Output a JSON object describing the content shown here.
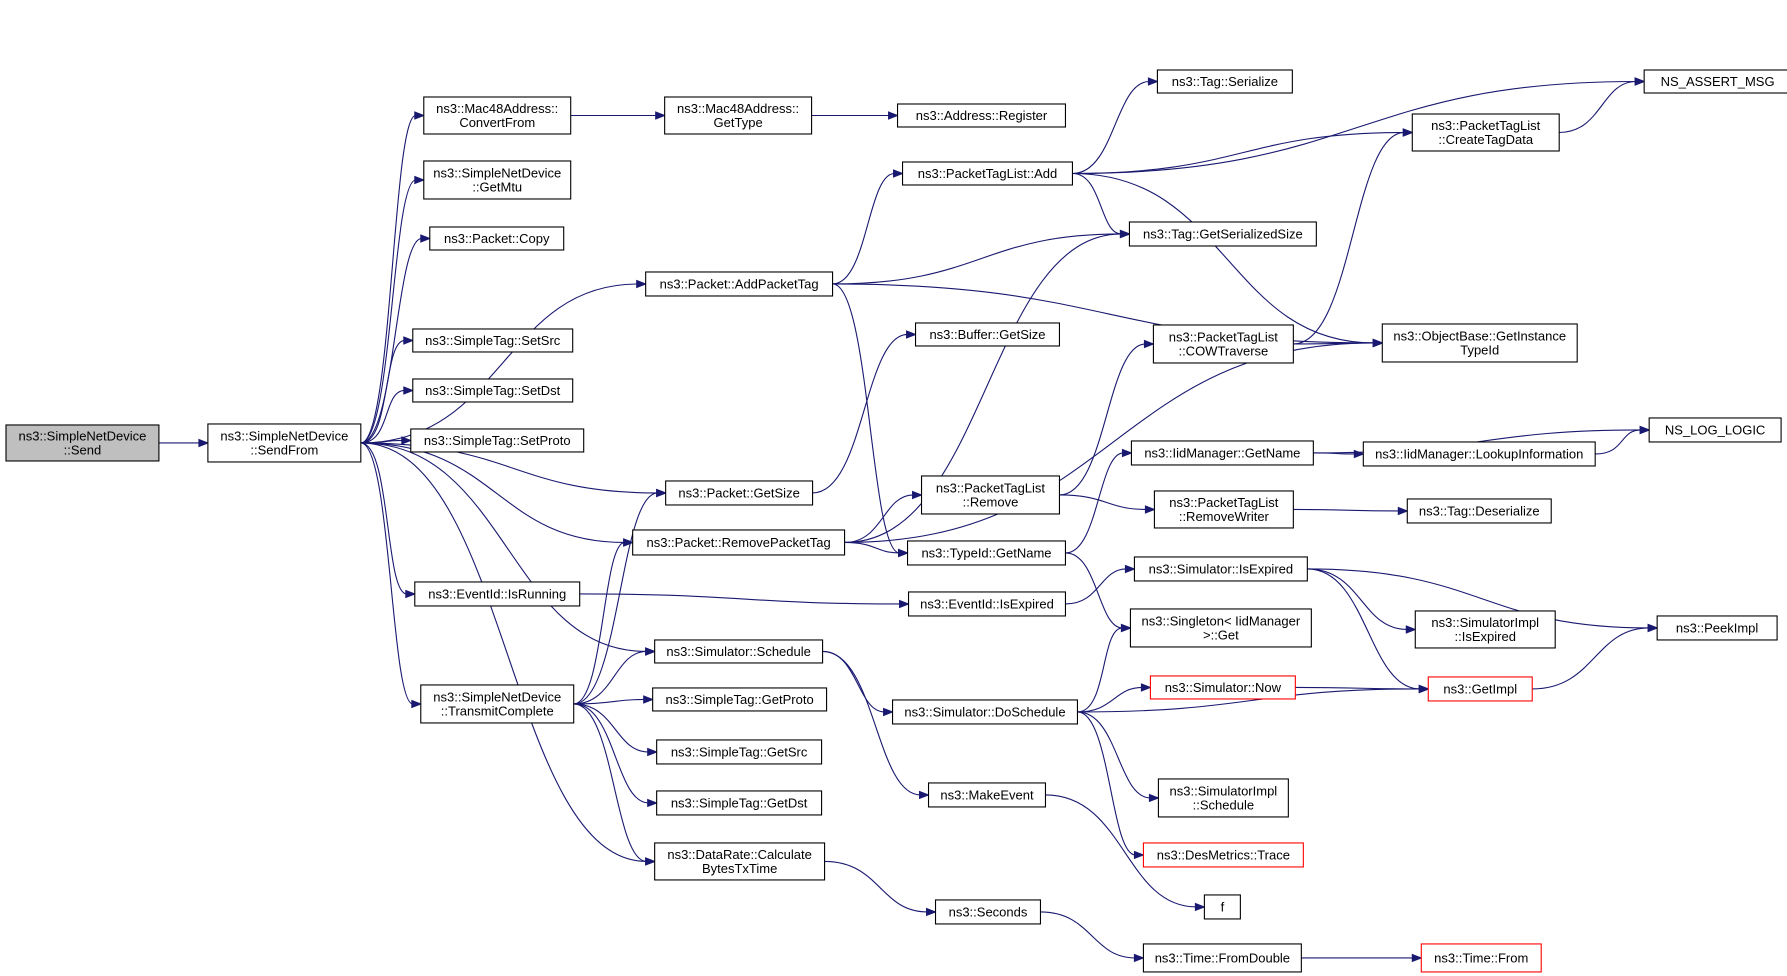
{
  "diagram": {
    "edge_color": "#191970",
    "truncated_border_color": "#ff0000",
    "root_fill": "#bfbfbf",
    "nodes": [
      {
        "id": "send",
        "lines": [
          "ns3::SimpleNetDevice",
          "::Send"
        ],
        "root": true
      },
      {
        "id": "sendfrom",
        "lines": [
          "ns3::SimpleNetDevice",
          "::SendFrom"
        ]
      },
      {
        "id": "mac48convert",
        "lines": [
          "ns3::Mac48Address::",
          "ConvertFrom"
        ]
      },
      {
        "id": "mac48gettype",
        "lines": [
          "ns3::Mac48Address::",
          "GetType"
        ]
      },
      {
        "id": "addrregister",
        "lines": [
          "ns3::Address::Register"
        ]
      },
      {
        "id": "getmtu",
        "lines": [
          "ns3::SimpleNetDevice",
          "::GetMtu"
        ]
      },
      {
        "id": "pktcopy",
        "lines": [
          "ns3::Packet::Copy"
        ]
      },
      {
        "id": "addpackettag",
        "lines": [
          "ns3::Packet::AddPacketTag"
        ]
      },
      {
        "id": "ptladd",
        "lines": [
          "ns3::PacketTagList::Add"
        ]
      },
      {
        "id": "tagserialize",
        "lines": [
          "ns3::Tag::Serialize"
        ]
      },
      {
        "id": "nsassert",
        "lines": [
          "NS_ASSERT_MSG"
        ]
      },
      {
        "id": "createtagdata",
        "lines": [
          "ns3::PacketTagList",
          "::CreateTagData"
        ]
      },
      {
        "id": "taggetsersize",
        "lines": [
          "ns3::Tag::GetSerializedSize"
        ]
      },
      {
        "id": "settsrc",
        "lines": [
          "ns3::SimpleTag::SetSrc"
        ]
      },
      {
        "id": "setdst",
        "lines": [
          "ns3::SimpleTag::SetDst"
        ]
      },
      {
        "id": "setproto",
        "lines": [
          "ns3::SimpleTag::SetProto"
        ]
      },
      {
        "id": "buffergetsize",
        "lines": [
          "ns3::Buffer::GetSize"
        ]
      },
      {
        "id": "cowtraverse",
        "lines": [
          "ns3::PacketTagList",
          "::COWTraverse"
        ]
      },
      {
        "id": "objgetinst",
        "lines": [
          "ns3::ObjectBase::GetInstance",
          "TypeId"
        ]
      },
      {
        "id": "pktgetsize",
        "lines": [
          "ns3::Packet::GetSize"
        ]
      },
      {
        "id": "iidgetname",
        "lines": [
          "ns3::IidManager::GetName"
        ]
      },
      {
        "id": "iidlookup",
        "lines": [
          "ns3::IidManager::LookupInformation"
        ]
      },
      {
        "id": "nslog",
        "lines": [
          "NS_LOG_LOGIC"
        ]
      },
      {
        "id": "ptlremove",
        "lines": [
          "ns3::PacketTagList",
          "::Remove"
        ]
      },
      {
        "id": "removewriter",
        "lines": [
          "ns3::PacketTagList",
          "::RemoveWriter"
        ]
      },
      {
        "id": "tagdeser",
        "lines": [
          "ns3::Tag::Deserialize"
        ]
      },
      {
        "id": "removepackettag",
        "lines": [
          "ns3::Packet::RemovePacketTag"
        ]
      },
      {
        "id": "typeidgetname",
        "lines": [
          "ns3::TypeId::GetName"
        ]
      },
      {
        "id": "simisexpired",
        "lines": [
          "ns3::Simulator::IsExpired"
        ]
      },
      {
        "id": "evisrunning",
        "lines": [
          "ns3::EventId::IsRunning"
        ]
      },
      {
        "id": "evisexpired",
        "lines": [
          "ns3::EventId::IsExpired"
        ]
      },
      {
        "id": "singletonget",
        "lines": [
          "ns3::Singleton< IidManager",
          " >::Get"
        ]
      },
      {
        "id": "simimplisexp",
        "lines": [
          "ns3::SimulatorImpl",
          "::IsExpired"
        ]
      },
      {
        "id": "peekimpl",
        "lines": [
          "ns3::PeekImpl"
        ]
      },
      {
        "id": "simschedule",
        "lines": [
          "ns3::Simulator::Schedule"
        ]
      },
      {
        "id": "transmitcomplete",
        "lines": [
          "ns3::SimpleNetDevice",
          "::TransmitComplete"
        ]
      },
      {
        "id": "getproto",
        "lines": [
          "ns3::SimpleTag::GetProto"
        ]
      },
      {
        "id": "doschedule",
        "lines": [
          "ns3::Simulator::DoSchedule"
        ]
      },
      {
        "id": "simnow",
        "lines": [
          "ns3::Simulator::Now"
        ],
        "truncated": true
      },
      {
        "id": "getimpl",
        "lines": [
          "ns3::GetImpl"
        ],
        "truncated": true
      },
      {
        "id": "getsrc",
        "lines": [
          "ns3::SimpleTag::GetSrc"
        ]
      },
      {
        "id": "getdst",
        "lines": [
          "ns3::SimpleTag::GetDst"
        ]
      },
      {
        "id": "makeevent",
        "lines": [
          "ns3::MakeEvent"
        ]
      },
      {
        "id": "simimplsched",
        "lines": [
          "ns3::SimulatorImpl",
          "::Schedule"
        ]
      },
      {
        "id": "desmetrics",
        "lines": [
          "ns3::DesMetrics::Trace"
        ],
        "truncated": true
      },
      {
        "id": "calcbytes",
        "lines": [
          "ns3::DataRate::Calculate",
          "BytesTxTime"
        ]
      },
      {
        "id": "f",
        "lines": [
          "f"
        ]
      },
      {
        "id": "seconds",
        "lines": [
          "ns3::Seconds"
        ]
      },
      {
        "id": "fromdouble",
        "lines": [
          "ns3::Time::FromDouble"
        ]
      },
      {
        "id": "timefrom",
        "lines": [
          "ns3::Time::From"
        ],
        "truncated": true
      }
    ],
    "edges": [
      [
        "send",
        "sendfrom"
      ],
      [
        "sendfrom",
        "mac48convert"
      ],
      [
        "sendfrom",
        "getmtu"
      ],
      [
        "sendfrom",
        "pktcopy"
      ],
      [
        "sendfrom",
        "addpackettag"
      ],
      [
        "sendfrom",
        "settsrc"
      ],
      [
        "sendfrom",
        "setdst"
      ],
      [
        "sendfrom",
        "setproto"
      ],
      [
        "sendfrom",
        "pktgetsize"
      ],
      [
        "sendfrom",
        "removepackettag"
      ],
      [
        "sendfrom",
        "evisrunning"
      ],
      [
        "sendfrom",
        "simschedule"
      ],
      [
        "sendfrom",
        "transmitcomplete"
      ],
      [
        "sendfrom",
        "calcbytes"
      ],
      [
        "mac48convert",
        "mac48gettype"
      ],
      [
        "mac48gettype",
        "addrregister"
      ],
      [
        "addpackettag",
        "ptladd"
      ],
      [
        "addpackettag",
        "taggetsersize"
      ],
      [
        "addpackettag",
        "objgetinst"
      ],
      [
        "addpackettag",
        "typeidgetname"
      ],
      [
        "ptladd",
        "tagserialize"
      ],
      [
        "ptladd",
        "nsassert"
      ],
      [
        "ptladd",
        "createtagdata"
      ],
      [
        "ptladd",
        "taggetsersize"
      ],
      [
        "ptladd",
        "objgetinst"
      ],
      [
        "createtagdata",
        "nsassert"
      ],
      [
        "pktgetsize",
        "buffergetsize"
      ],
      [
        "removepackettag",
        "taggetsersize"
      ],
      [
        "removepackettag",
        "objgetinst"
      ],
      [
        "removepackettag",
        "ptlremove"
      ],
      [
        "removepackettag",
        "typeidgetname"
      ],
      [
        "ptlremove",
        "cowtraverse"
      ],
      [
        "ptlremove",
        "removewriter"
      ],
      [
        "cowtraverse",
        "createtagdata"
      ],
      [
        "cowtraverse",
        "objgetinst"
      ],
      [
        "removewriter",
        "tagdeser"
      ],
      [
        "typeidgetname",
        "iidgetname"
      ],
      [
        "typeidgetname",
        "singletonget"
      ],
      [
        "iidgetname",
        "iidlookup"
      ],
      [
        "iidgetname",
        "nslog"
      ],
      [
        "iidlookup",
        "nslog"
      ],
      [
        "evisrunning",
        "evisexpired"
      ],
      [
        "evisexpired",
        "simisexpired"
      ],
      [
        "simisexpired",
        "simimplisexp"
      ],
      [
        "simisexpired",
        "peekimpl"
      ],
      [
        "simisexpired",
        "getimpl"
      ],
      [
        "getimpl",
        "peekimpl"
      ],
      [
        "transmitcomplete",
        "pktgetsize"
      ],
      [
        "transmitcomplete",
        "removepackettag"
      ],
      [
        "transmitcomplete",
        "simschedule"
      ],
      [
        "transmitcomplete",
        "getproto"
      ],
      [
        "transmitcomplete",
        "getsrc"
      ],
      [
        "transmitcomplete",
        "getdst"
      ],
      [
        "transmitcomplete",
        "calcbytes"
      ],
      [
        "simschedule",
        "doschedule"
      ],
      [
        "simschedule",
        "makeevent"
      ],
      [
        "doschedule",
        "singletonget"
      ],
      [
        "doschedule",
        "simnow"
      ],
      [
        "doschedule",
        "getimpl"
      ],
      [
        "doschedule",
        "simimplsched"
      ],
      [
        "doschedule",
        "desmetrics"
      ],
      [
        "simnow",
        "getimpl"
      ],
      [
        "makeevent",
        "f"
      ],
      [
        "calcbytes",
        "seconds"
      ],
      [
        "seconds",
        "fromdouble"
      ],
      [
        "fromdouble",
        "timefrom"
      ]
    ]
  }
}
